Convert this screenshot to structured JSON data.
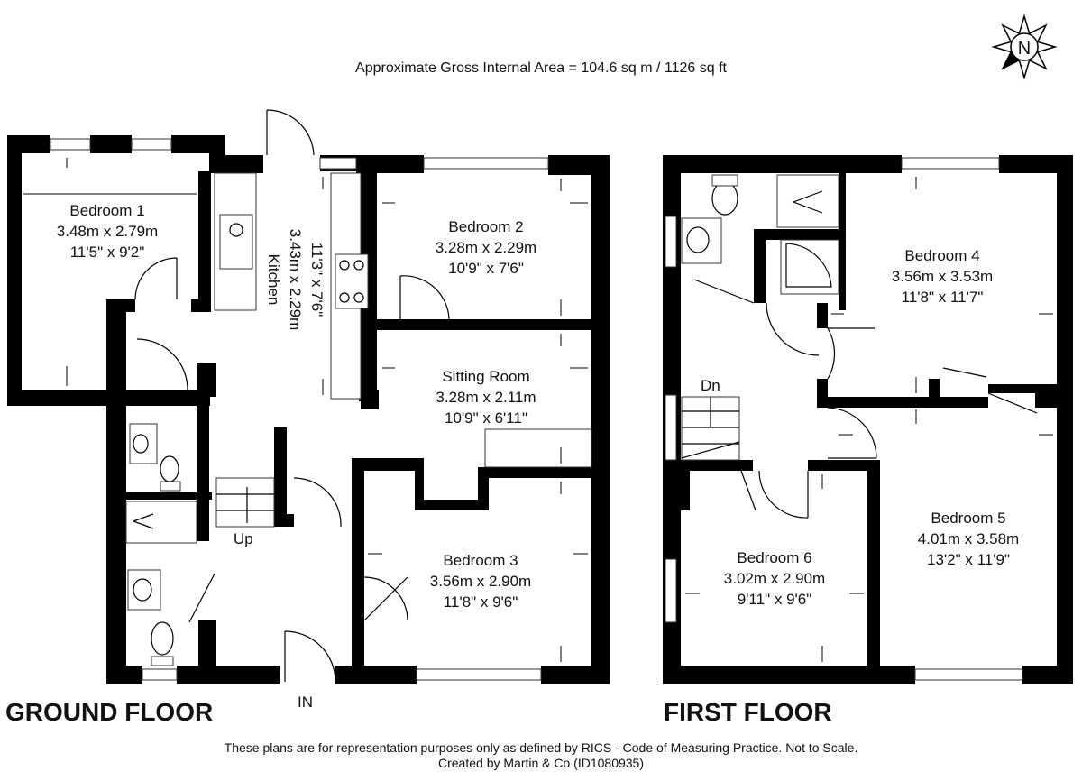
{
  "header": {
    "area_text": "Approximate Gross Internal Area = 104.6 sq m / 1126 sq ft"
  },
  "compass": {
    "letter": "N"
  },
  "ground_floor": {
    "title": "GROUND FLOOR",
    "entrance_label": "IN",
    "stairs_label": "Up",
    "rooms": {
      "bedroom1": {
        "name": "Bedroom 1",
        "metric": "3.48m x 2.79m",
        "imperial": "11'5\" x 9'2\""
      },
      "kitchen": {
        "name": "Kitchen",
        "metric": "3.43m x 2.29m",
        "imperial": "11'3\" x 7'6\""
      },
      "bedroom2": {
        "name": "Bedroom 2",
        "metric": "3.28m x 2.29m",
        "imperial": "10'9\" x 7'6\""
      },
      "sitting_room": {
        "name": "Sitting Room",
        "metric": "3.28m x 2.11m",
        "imperial": "10'9\" x 6'11\""
      },
      "bedroom3": {
        "name": "Bedroom 3",
        "metric": "3.56m x 2.90m",
        "imperial": "11'8\" x 9'6\""
      }
    }
  },
  "first_floor": {
    "title": "FIRST FLOOR",
    "stairs_label": "Dn",
    "rooms": {
      "bedroom4": {
        "name": "Bedroom 4",
        "metric": "3.56m x 3.53m",
        "imperial": "11'8\" x 11'7\""
      },
      "bedroom5": {
        "name": "Bedroom 5",
        "metric": "4.01m x 3.58m",
        "imperial": "13'2\" x 11'9\""
      },
      "bedroom6": {
        "name": "Bedroom 6",
        "metric": "3.02m x 2.90m",
        "imperial": "9'11\" x 9'6\""
      }
    }
  },
  "footer": {
    "disclaimer": "These plans are for representation purposes only as defined by RICS - Code of Measuring Practice. Not to Scale.",
    "credit": "Created by Martin & Co (ID1080935)"
  }
}
